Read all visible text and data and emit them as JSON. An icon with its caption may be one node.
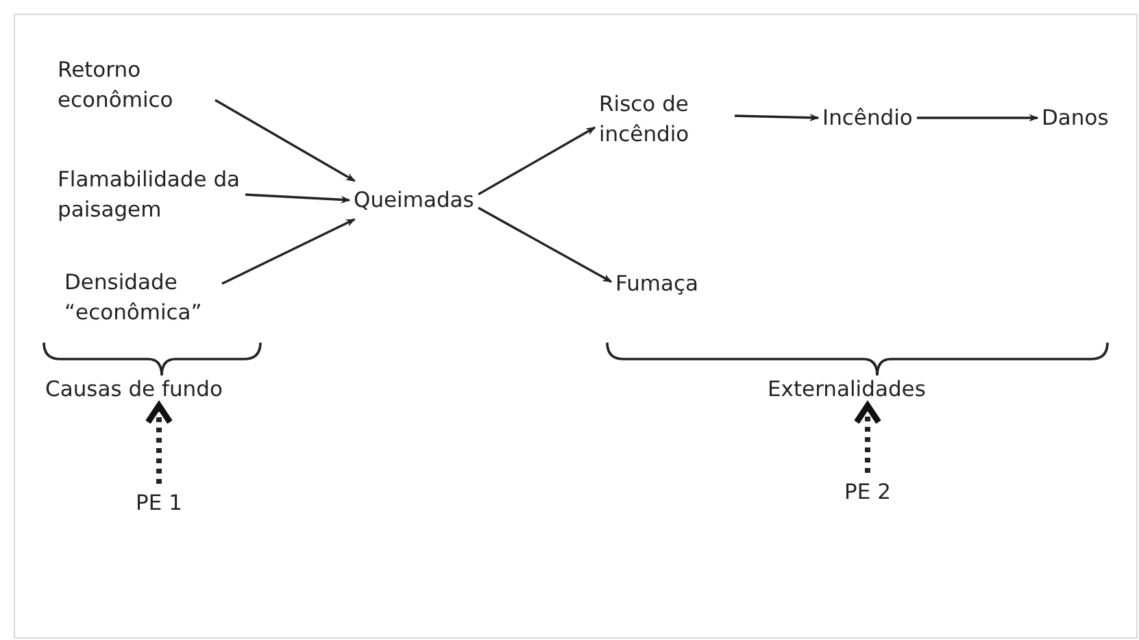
{
  "diagram": {
    "nodes": [
      {
        "text": [
          "Retorno econômico"
        ]
      },
      {
        "text": [
          "Flamabilidade da paisagem"
        ]
      },
      {
        "text": [
          "Densidade “econômica”"
        ]
      },
      {
        "text": [
          "Queimadas"
        ]
      },
      {
        "text": [
          "Risco de incêndio"
        ]
      },
      {
        "text": [
          "Incêndio"
        ]
      },
      {
        "text": [
          "Danos"
        ]
      },
      {
        "text": [
          "Fumaça"
        ]
      },
      {
        "text": [
          "Causas de fundo"
        ]
      },
      {
        "text": [
          "Externalidades"
        ]
      },
      {
        "text": [
          "PE 1"
        ]
      },
      {
        "text": [
          "PE 2"
        ]
      }
    ],
    "edges": [
      {
        "from": 0,
        "to": 3,
        "arrow": "to"
      },
      {
        "from": 1,
        "to": 3,
        "arrow": "to"
      },
      {
        "from": 2,
        "to": 3,
        "arrow": "to"
      },
      {
        "from": 3,
        "to": 4,
        "arrow": "to"
      },
      {
        "from": 3,
        "to": 7,
        "arrow": "to"
      },
      {
        "from": 4,
        "to": 5,
        "arrow": "to"
      },
      {
        "from": 5,
        "to": 6,
        "arrow": "to"
      },
      {
        "from": 10,
        "to": 8,
        "arrow": "to",
        "style": "dashed"
      },
      {
        "from": 11,
        "to": 9,
        "arrow": "to",
        "style": "dashed"
      }
    ]
  }
}
